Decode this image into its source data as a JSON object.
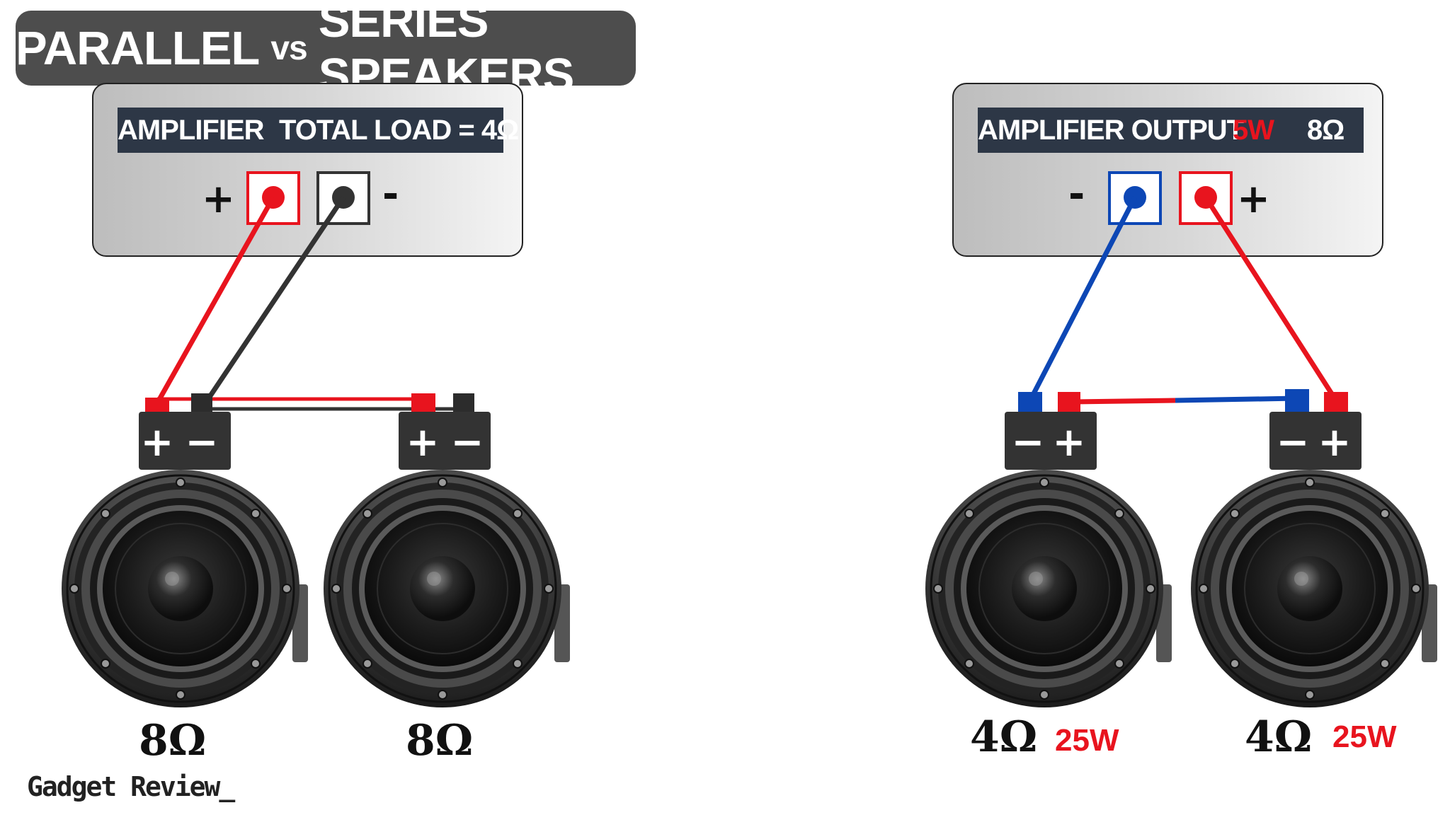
{
  "title": {
    "part1": "PARALLEL",
    "vs": "vs",
    "part2": "SERIES SPEAKERS"
  },
  "parallel": {
    "amp_label": "AMPLIFIER",
    "total_load": "TOTAL LOAD = 4Ω",
    "plus": "+",
    "minus": "-",
    "speakers": [
      {
        "ohms": "8Ω",
        "terminals": "+ -"
      },
      {
        "ohms": "8Ω",
        "terminals": "+ -"
      }
    ]
  },
  "series": {
    "amp_label": "AMPLIFIER OUTPUT",
    "power": "5W",
    "impedance": "8Ω",
    "plus": "+",
    "minus": "-",
    "speakers": [
      {
        "ohms": "4Ω",
        "watts": "25W",
        "terminals": "-+"
      },
      {
        "ohms": "4Ω",
        "watts": "25W",
        "terminals": "-+"
      }
    ]
  },
  "brand": "Gadget Review_",
  "colors": {
    "positive_wire": "#e8141e",
    "negative_wire_parallel": "#333333",
    "negative_wire_series": "#0d47b5",
    "amp_label_bg": "#2d3746",
    "title_bg": "#4d4d4d"
  }
}
